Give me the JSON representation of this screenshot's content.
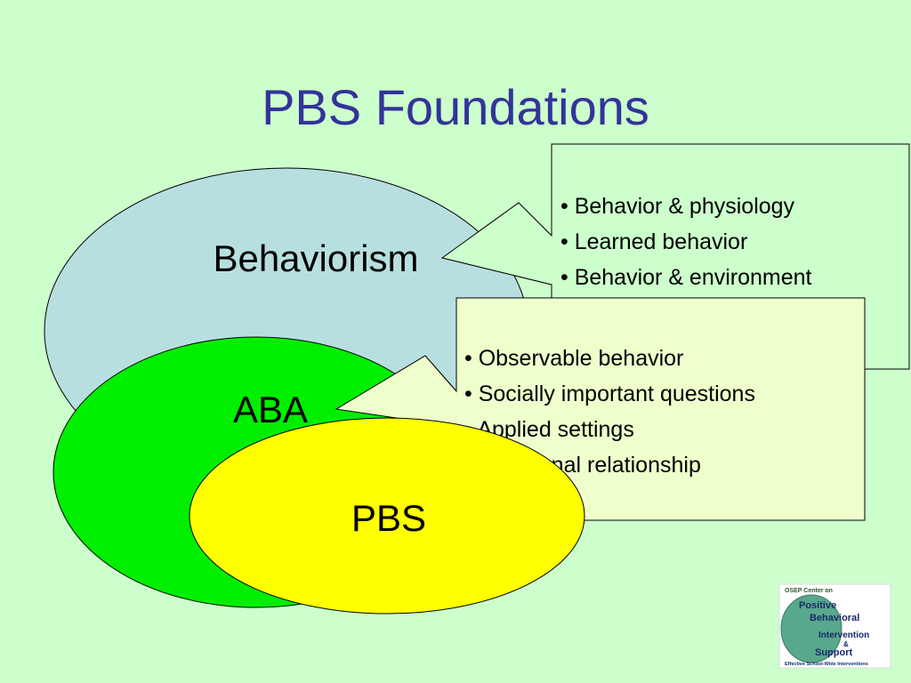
{
  "slide": {
    "title": "PBS Foundations",
    "background_color": "#ccffcc",
    "title_color": "#333399"
  },
  "behaviorism": {
    "label": "Behaviorism",
    "fill": "#b8dfe0",
    "callout_points": [
      "• Behavior & physiology",
      "• Learned behavior",
      "• Behavior & environment"
    ]
  },
  "aba": {
    "label": "ABA",
    "fill": "#00ee00",
    "callout_points": [
      "• Observable behavior",
      "• Socially important questions",
      "• Applied settings",
      "• Functional relationship"
    ]
  },
  "pbs": {
    "label": "PBS",
    "fill": "#ffff00"
  },
  "logo": {
    "header": "OSEP Center on",
    "words": [
      "Positive",
      "Behavioral",
      "Intervention",
      "&",
      "Support"
    ],
    "tagline": "Effective School-Wide Interventions"
  }
}
